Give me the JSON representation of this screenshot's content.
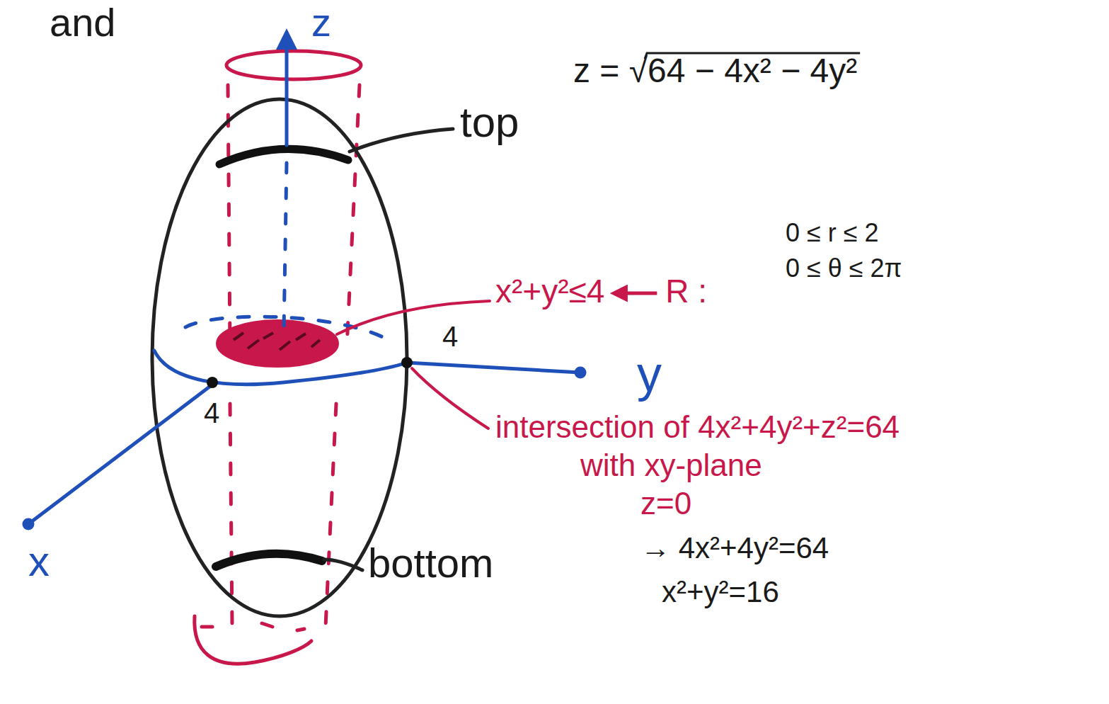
{
  "diagram": {
    "labels": [
      "and",
      "z",
      "top",
      "z = √64 − 4x² − 4y²",
      "x²+y²≤4",
      "R :",
      "0 ≤ r ≤ 2",
      "0 ≤ θ ≤ 2π",
      "4",
      "y",
      "4",
      "intersection of 4x²+4y²+z²=64",
      "with xy-plane",
      "z=0",
      "→ 4x²+4y²=64",
      "x²+y²=16",
      "x",
      "bottom"
    ]
  }
}
